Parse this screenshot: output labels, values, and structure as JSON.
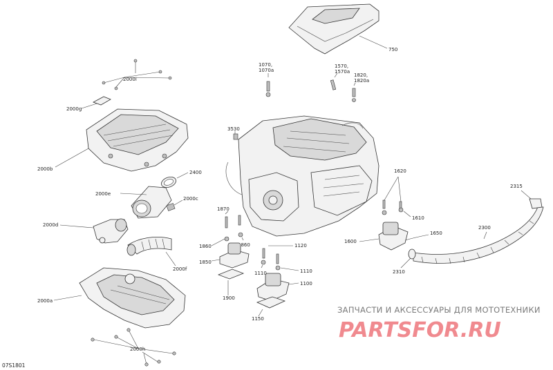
{
  "diagram_code": "07S1801",
  "watermark": {
    "subtitle": "ЗАПЧАСТИ И АКСЕССУАРЫ ДЛЯ МОТОТЕХНИКИ",
    "brand": "PARTSFOR.RU",
    "brand_color": "#f08a8f"
  },
  "callouts": {
    "c750": "750",
    "c1070": "1070,",
    "c1070a": "1070a",
    "c1570": "1570,",
    "c1570a": "1570a",
    "c1820": "1820,",
    "c1820a": "1820a",
    "c2000i": "2000i",
    "c2000g": "2000g",
    "c2000b": "2000b",
    "c3530": "3530",
    "c2400": "2400",
    "c2000e": "2000e",
    "c2000c": "2000c",
    "c2000d": "2000d",
    "c2000f": "2000f",
    "c2000a": "2000a",
    "c2000h": "2000h",
    "c1870": "1870",
    "c1860a": "1860",
    "c1860b": "1860",
    "c1850": "1850",
    "c1900": "1900",
    "c1120": "1120",
    "c1110a": "1110",
    "c1110b": "1110",
    "c1100": "1100",
    "c1150": "1150",
    "c1620": "1620",
    "c1610": "1610",
    "c1600": "1600",
    "c1650": "1650",
    "c2310": "2310",
    "c2300": "2300",
    "c2315": "2315"
  }
}
